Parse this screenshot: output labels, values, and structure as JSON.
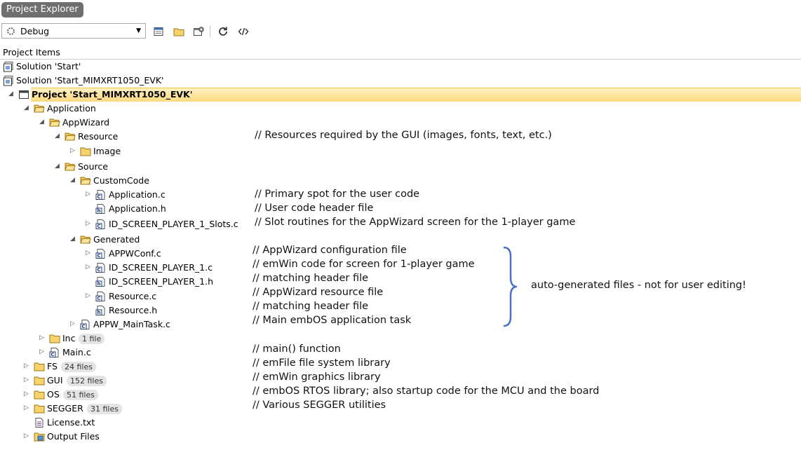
{
  "panel": {
    "title": "Project Explorer"
  },
  "toolbar": {
    "configuration": "Debug",
    "buttons": [
      "properties-icon",
      "open-folder-icon",
      "options-icon",
      "refresh-icon",
      "code-icon"
    ]
  },
  "tree": {
    "header": "Project Items",
    "rows": [
      {
        "label": "Solution 'Start'",
        "icon": "solution",
        "expander": ""
      },
      {
        "label": "Solution 'Start_MIMXRT1050_EVK'",
        "icon": "solution",
        "expander": "open"
      },
      {
        "label": "Project 'Start_MIMXRT1050_EVK'",
        "icon": "project",
        "expander": "open"
      },
      {
        "label": "Application",
        "icon": "folder-open",
        "expander": "open"
      },
      {
        "label": "AppWizard",
        "icon": "folder-open",
        "expander": "open"
      },
      {
        "label": "Resource",
        "icon": "folder-open",
        "expander": "open"
      },
      {
        "label": "Image",
        "icon": "folder",
        "expander": "closed"
      },
      {
        "label": "Source",
        "icon": "folder-open",
        "expander": "open"
      },
      {
        "label": "CustomCode",
        "icon": "folder-open",
        "expander": "open"
      },
      {
        "label": "Application.c",
        "icon": "c-file",
        "expander": "closed"
      },
      {
        "label": "Application.h",
        "icon": "h-file",
        "expander": ""
      },
      {
        "label": "ID_SCREEN_PLAYER_1_Slots.c",
        "icon": "c-file",
        "expander": "closed"
      },
      {
        "label": "Generated",
        "icon": "folder-open",
        "expander": "open"
      },
      {
        "label": "APPWConf.c",
        "icon": "c-file",
        "expander": "closed"
      },
      {
        "label": "ID_SCREEN_PLAYER_1.c",
        "icon": "c-file",
        "expander": "closed"
      },
      {
        "label": "ID_SCREEN_PLAYER_1.h",
        "icon": "h-file",
        "expander": ""
      },
      {
        "label": "Resource.c",
        "icon": "c-file",
        "expander": "closed"
      },
      {
        "label": "Resource.h",
        "icon": "h-file",
        "expander": ""
      },
      {
        "label": "APPW_MainTask.c",
        "icon": "c-file",
        "expander": "closed"
      },
      {
        "label": "Inc",
        "icon": "folder",
        "expander": "closed",
        "badge": "1 file"
      },
      {
        "label": "Main.c",
        "icon": "c-file",
        "expander": "closed"
      },
      {
        "label": "FS",
        "icon": "folder",
        "expander": "closed",
        "badge": "24 files"
      },
      {
        "label": "GUI",
        "icon": "folder",
        "expander": "closed",
        "badge": "152 files"
      },
      {
        "label": "OS",
        "icon": "folder",
        "expander": "closed",
        "badge": "51 files"
      },
      {
        "label": "SEGGER",
        "icon": "folder",
        "expander": "closed",
        "badge": "31 files"
      },
      {
        "label": "License.txt",
        "icon": "txt-file",
        "expander": ""
      },
      {
        "label": "Output Files",
        "icon": "output-folder",
        "expander": "closed"
      }
    ]
  },
  "annotations": {
    "comments": [
      "// Resources required by the GUI (images, fonts, text, etc.)",
      "// Primary spot for the user code",
      "// User code header file",
      "// Slot routines for the AppWizard screen for the 1-player game",
      "// AppWizard configuration file",
      "// emWin code for screen for 1-player game",
      "// matching header file",
      "// AppWizard resource file",
      "// matching header file",
      "// Main embOS application task",
      "// main() function",
      "// emFile file system library",
      "// emWin graphics library",
      "// embOS RTOS library; also startup code for the MCU and the board",
      "// Various SEGGER utilities"
    ],
    "brace_note": "auto-generated files - not for user editing!",
    "brace_color": "#4a72c4"
  }
}
